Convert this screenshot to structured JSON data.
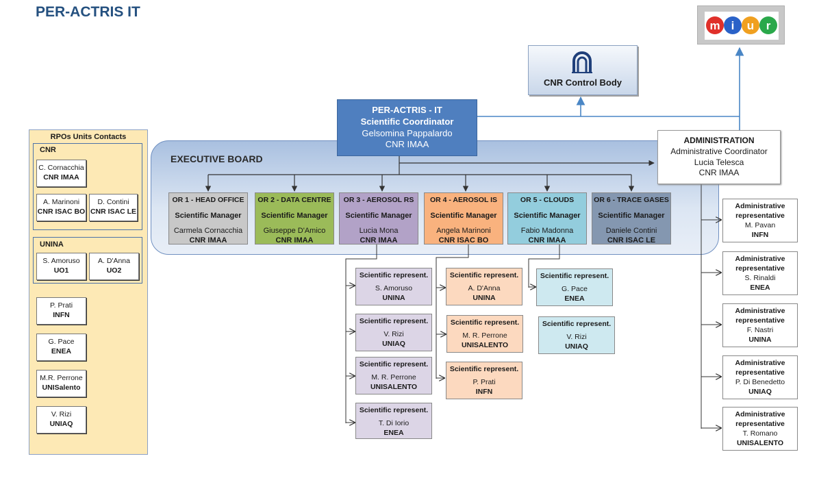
{
  "page_title": "PER-ACTRIS IT",
  "cnr_control": {
    "label": "CNR Control Body"
  },
  "miur": {
    "letters": [
      "M",
      "I",
      "U",
      "R"
    ],
    "colors": [
      "#e0302a",
      "#2a62c8",
      "#f0a020",
      "#2aa84a"
    ]
  },
  "coordinator": {
    "title": "PER-ACTRIS - IT",
    "role": "Scientific Coordinator",
    "name": "Gelsomina Pappalardo",
    "org": "CNR IMAA"
  },
  "administration": {
    "title": "ADMINISTRATION",
    "role": "Administrative Coordinator",
    "name": "Lucia Telesca",
    "org": "CNR IMAA"
  },
  "executive_board": {
    "label": "EXECUTIVE BOARD"
  },
  "ors": [
    {
      "title": "OR 1 - HEAD OFFICE",
      "role": "Scientific Manager",
      "name": "Carmela Cornacchia",
      "org": "CNR IMAA",
      "color": "#c8c8c8"
    },
    {
      "title": "OR 2 - DATA CENTRE",
      "role": "Scientific Manager",
      "name": "Giuseppe D'Amico",
      "org": "CNR IMAA",
      "color": "#9bbb59"
    },
    {
      "title": "OR 3 - AEROSOL RS",
      "role": "Scientific Manager",
      "name": "Lucia Mona",
      "org": "CNR IMAA",
      "color": "#b2a2c7"
    },
    {
      "title": "OR 4 - AEROSOL IS",
      "role": "Scientific Manager",
      "name": "Angela Marinoni",
      "org": "CNR ISAC BO",
      "color": "#f9b27e"
    },
    {
      "title": "OR 5 - CLOUDS",
      "role": "Scientific Manager",
      "name": "Fabio Madonna",
      "org": "CNR IMAA",
      "color": "#93cddd"
    },
    {
      "title": "OR 6 - TRACE GASES",
      "role": "Scientific Manager",
      "name": "Daniele Contini",
      "org": "CNR ISAC LE",
      "color": "#8497b0"
    }
  ],
  "sci_reps": {
    "label": "Scientific represent.",
    "or3": [
      {
        "name": "S. Amoruso",
        "org": "UNINA"
      },
      {
        "name": "V. Rizi",
        "org": "UNIAQ"
      },
      {
        "name": "M. R. Perrone",
        "org": "UNISALENTO"
      },
      {
        "name": "T. Di Iorio",
        "org": "ENEA"
      }
    ],
    "or4": [
      {
        "name": "A. D'Anna",
        "org": "UNINA"
      },
      {
        "name": "M. R. Perrone",
        "org": "UNISALENTO"
      },
      {
        "name": "P. Prati",
        "org": "INFN"
      }
    ],
    "or5": [
      {
        "name": "G. Pace",
        "org": "ENEA"
      },
      {
        "name": "V. Rizi",
        "org": "UNIAQ"
      }
    ]
  },
  "admin_reps": {
    "line1": "Administrative",
    "line2": "representative",
    "items": [
      {
        "name": "M. Pavan",
        "org": "INFN"
      },
      {
        "name": "S. Rinaldi",
        "org": "ENEA"
      },
      {
        "name": "F. Nastri",
        "org": "UNINA"
      },
      {
        "name": "P. Di Benedetto",
        "org": "UNIAQ"
      },
      {
        "name": "T. Romano",
        "org": "UNISALENTO"
      }
    ]
  },
  "rpo": {
    "title": "RPOs Units Contacts",
    "cnr_label": "CNR",
    "cnr": [
      {
        "name": "C. Cornacchia",
        "org": "CNR IMAA"
      },
      {
        "name": "A. Marinoni",
        "org": "CNR ISAC BO"
      },
      {
        "name": "D. Contini",
        "org": "CNR ISAC LE"
      }
    ],
    "unina_label": "UNINA",
    "unina": [
      {
        "name": "S. Amoruso",
        "org": "UO1"
      },
      {
        "name": "A. D'Anna",
        "org": "UO2"
      }
    ],
    "others": [
      {
        "name": "P. Prati",
        "org": "INFN"
      },
      {
        "name": "G. Pace",
        "org": "ENEA"
      },
      {
        "name": "M.R. Perrone",
        "org": "UNISalento"
      },
      {
        "name": "V. Rizi",
        "org": "UNIAQ"
      }
    ]
  }
}
